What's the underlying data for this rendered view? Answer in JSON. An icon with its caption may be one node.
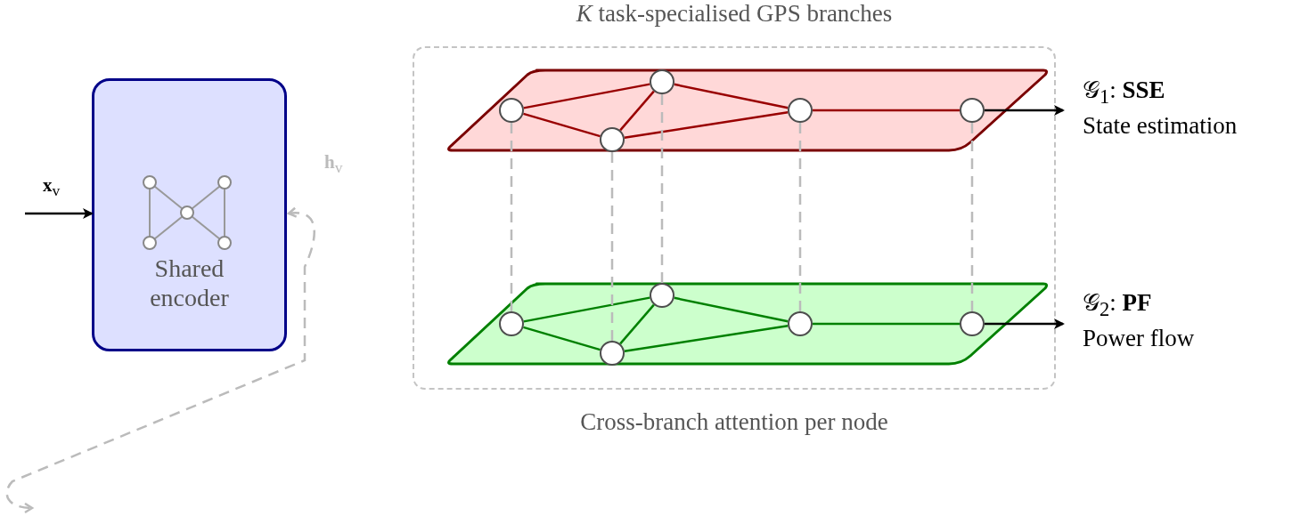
{
  "diagram": {
    "nodes": [
      {
        "text": [
          "Shared encoder"
        ]
      },
      {
        "text": [
          "*K* task-specialised GPS branches",
          "Cross-branch attention per node"
        ]
      },
      {
        "text": [],
        "shape": "parallelogram",
        "in": 1
      },
      {
        "text": [],
        "shape": "parallelogram",
        "in": 1
      },
      {
        "text": [],
        "shape": "circle",
        "in": 2
      },
      {
        "text": [],
        "shape": "circle",
        "in": 2
      },
      {
        "text": [],
        "shape": "circle",
        "in": 2
      },
      {
        "text": [],
        "shape": "circle",
        "in": 2
      },
      {
        "text": [],
        "shape": "circle",
        "in": 2
      },
      {
        "text": [],
        "shape": "circle",
        "in": 3
      },
      {
        "text": [],
        "shape": "circle",
        "in": 3
      },
      {
        "text": [],
        "shape": "circle",
        "in": 3
      },
      {
        "text": [],
        "shape": "circle",
        "in": 3
      },
      {
        "text": [],
        "shape": "circle",
        "in": 3
      },
      {
        "text": [
          "𝒢$_{1}$: **SSE**",
          "State estimation"
        ]
      },
      {
        "text": [
          "𝒢$_{2}$: **PF**",
          "Power flow"
        ]
      }
    ],
    "edges": [
      {
        "from": null,
        "to": 0,
        "arrow": "to",
        "label": "**x**$_{v}$",
        "color": "#000000"
      },
      {
        "from": 0,
        "to": null,
        "arrow": "both",
        "label": "**h**$_{v}$",
        "style": "dashed",
        "color": "#bbbbbb"
      },
      {
        "from": 4,
        "to": 6,
        "arrow": "none",
        "color": "#990000"
      },
      {
        "from": 4,
        "to": 5,
        "arrow": "none",
        "color": "#990000"
      },
      {
        "from": 5,
        "to": 6,
        "arrow": "none",
        "color": "#990000"
      },
      {
        "from": 6,
        "to": 7,
        "arrow": "none",
        "color": "#990000"
      },
      {
        "from": 5,
        "to": 7,
        "arrow": "none",
        "color": "#990000"
      },
      {
        "from": 7,
        "to": 8,
        "arrow": "none",
        "color": "#990000"
      },
      {
        "from": 9,
        "to": 11,
        "arrow": "none",
        "color": "#008000"
      },
      {
        "from": 9,
        "to": 10,
        "arrow": "none",
        "color": "#008000"
      },
      {
        "from": 10,
        "to": 11,
        "arrow": "none",
        "color": "#008000"
      },
      {
        "from": 11,
        "to": 12,
        "arrow": "none",
        "color": "#008000"
      },
      {
        "from": 10,
        "to": 12,
        "arrow": "none",
        "color": "#008000"
      },
      {
        "from": 12,
        "to": 13,
        "arrow": "none",
        "color": "#008000"
      },
      {
        "from": 4,
        "to": 9,
        "arrow": "none",
        "style": "dashed",
        "color": "#bbbbbb"
      },
      {
        "from": 5,
        "to": 10,
        "arrow": "none",
        "style": "dashed",
        "color": "#bbbbbb"
      },
      {
        "from": 6,
        "to": 11,
        "arrow": "none",
        "style": "dashed",
        "color": "#bbbbbb"
      },
      {
        "from": 7,
        "to": 12,
        "arrow": "none",
        "style": "dashed",
        "color": "#bbbbbb"
      },
      {
        "from": 8,
        "to": 13,
        "arrow": "none",
        "style": "dashed",
        "color": "#bbbbbb"
      },
      {
        "from": 8,
        "to": 14,
        "arrow": "to",
        "color": "#000000"
      },
      {
        "from": 13,
        "to": 15,
        "arrow": "to",
        "color": "#000000"
      }
    ]
  }
}
